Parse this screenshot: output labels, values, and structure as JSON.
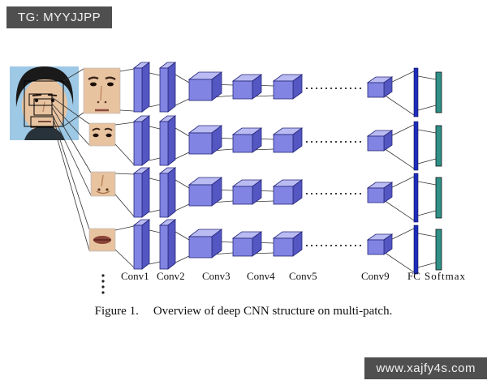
{
  "watermarks": {
    "top_left": "TG: MYYJJPP",
    "bottom_right": "www.xajfy4s.com"
  },
  "figure": {
    "caption_label": "Figure 1.",
    "caption_text": "Overview of deep CNN structure on multi-patch.",
    "layer_labels": [
      "Conv1",
      "Conv2",
      "Conv3",
      "Conv4",
      "Conv5",
      "Conv9",
      "FC",
      "Softmax"
    ],
    "patches": [
      "whole-face",
      "eyes",
      "nose",
      "mouth"
    ],
    "row_count": 4
  },
  "colors": {
    "block_front": "#8184e2",
    "block_top": "#b9bbf2",
    "block_side": "#5457c2",
    "block_stroke": "#26267a",
    "fc_bar": "#1e2cb8",
    "softmax_bar": "#2f9188",
    "connector": "#333333",
    "watermark_bg": "#4f4f4f",
    "photo_bg": "#9ec9e6",
    "skin": "#e8c3a0",
    "hair": "#1a1a1a"
  }
}
